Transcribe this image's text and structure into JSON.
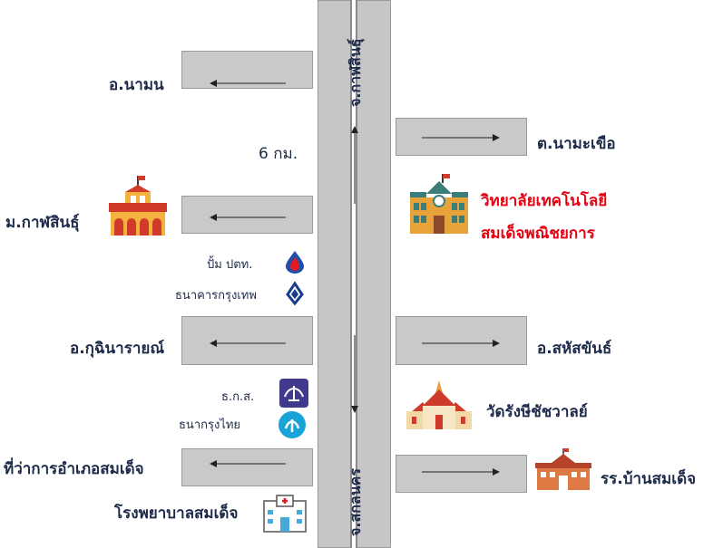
{
  "roads": {
    "main_north_label": "จ.กาฬสินธุ์",
    "main_south_label": "จ.สกลนคร"
  },
  "places": {
    "na_mon": "อ.นามน",
    "distance": "6 กม.",
    "tambon_na_ma_chuea": "ต.นามะเขือ",
    "kalasin_uni": "ม.กาฬสินธุ์",
    "college_line1": "วิทยาลัยเทคโนโลยี",
    "college_line2": "สมเด็จพณิชยการ",
    "ptt_pump": "ปั้ม ปตท.",
    "bangkok_bank": "ธนาคารกรุงเทพ",
    "kuchinarai": "อ.กุฉินารายณ์",
    "sahatsakhan": "อ.สหัสขันธ์",
    "baac": "ธ.ก.ส.",
    "krung_thai": "ธนากรุงไทย",
    "wat": "วัดรังษีชัชวาลย์",
    "district_office": "ที่ว่าการอำเภอสมเด็จ",
    "school": "รร.บ้านสมเด็จ",
    "hospital": "โรงพยาบาลสมเด็จ"
  },
  "colors": {
    "road": "#c9c9c9",
    "text": "#1e2a4a",
    "highlight": "#e60012",
    "building": "#e8a23a",
    "roof": "#cf3a2a"
  },
  "icons": [
    "building-icon",
    "college-icon",
    "ptt-icon",
    "bangkok-bank-icon",
    "baac-icon",
    "krungthai-icon",
    "temple-icon",
    "school-icon",
    "hospital-icon"
  ]
}
